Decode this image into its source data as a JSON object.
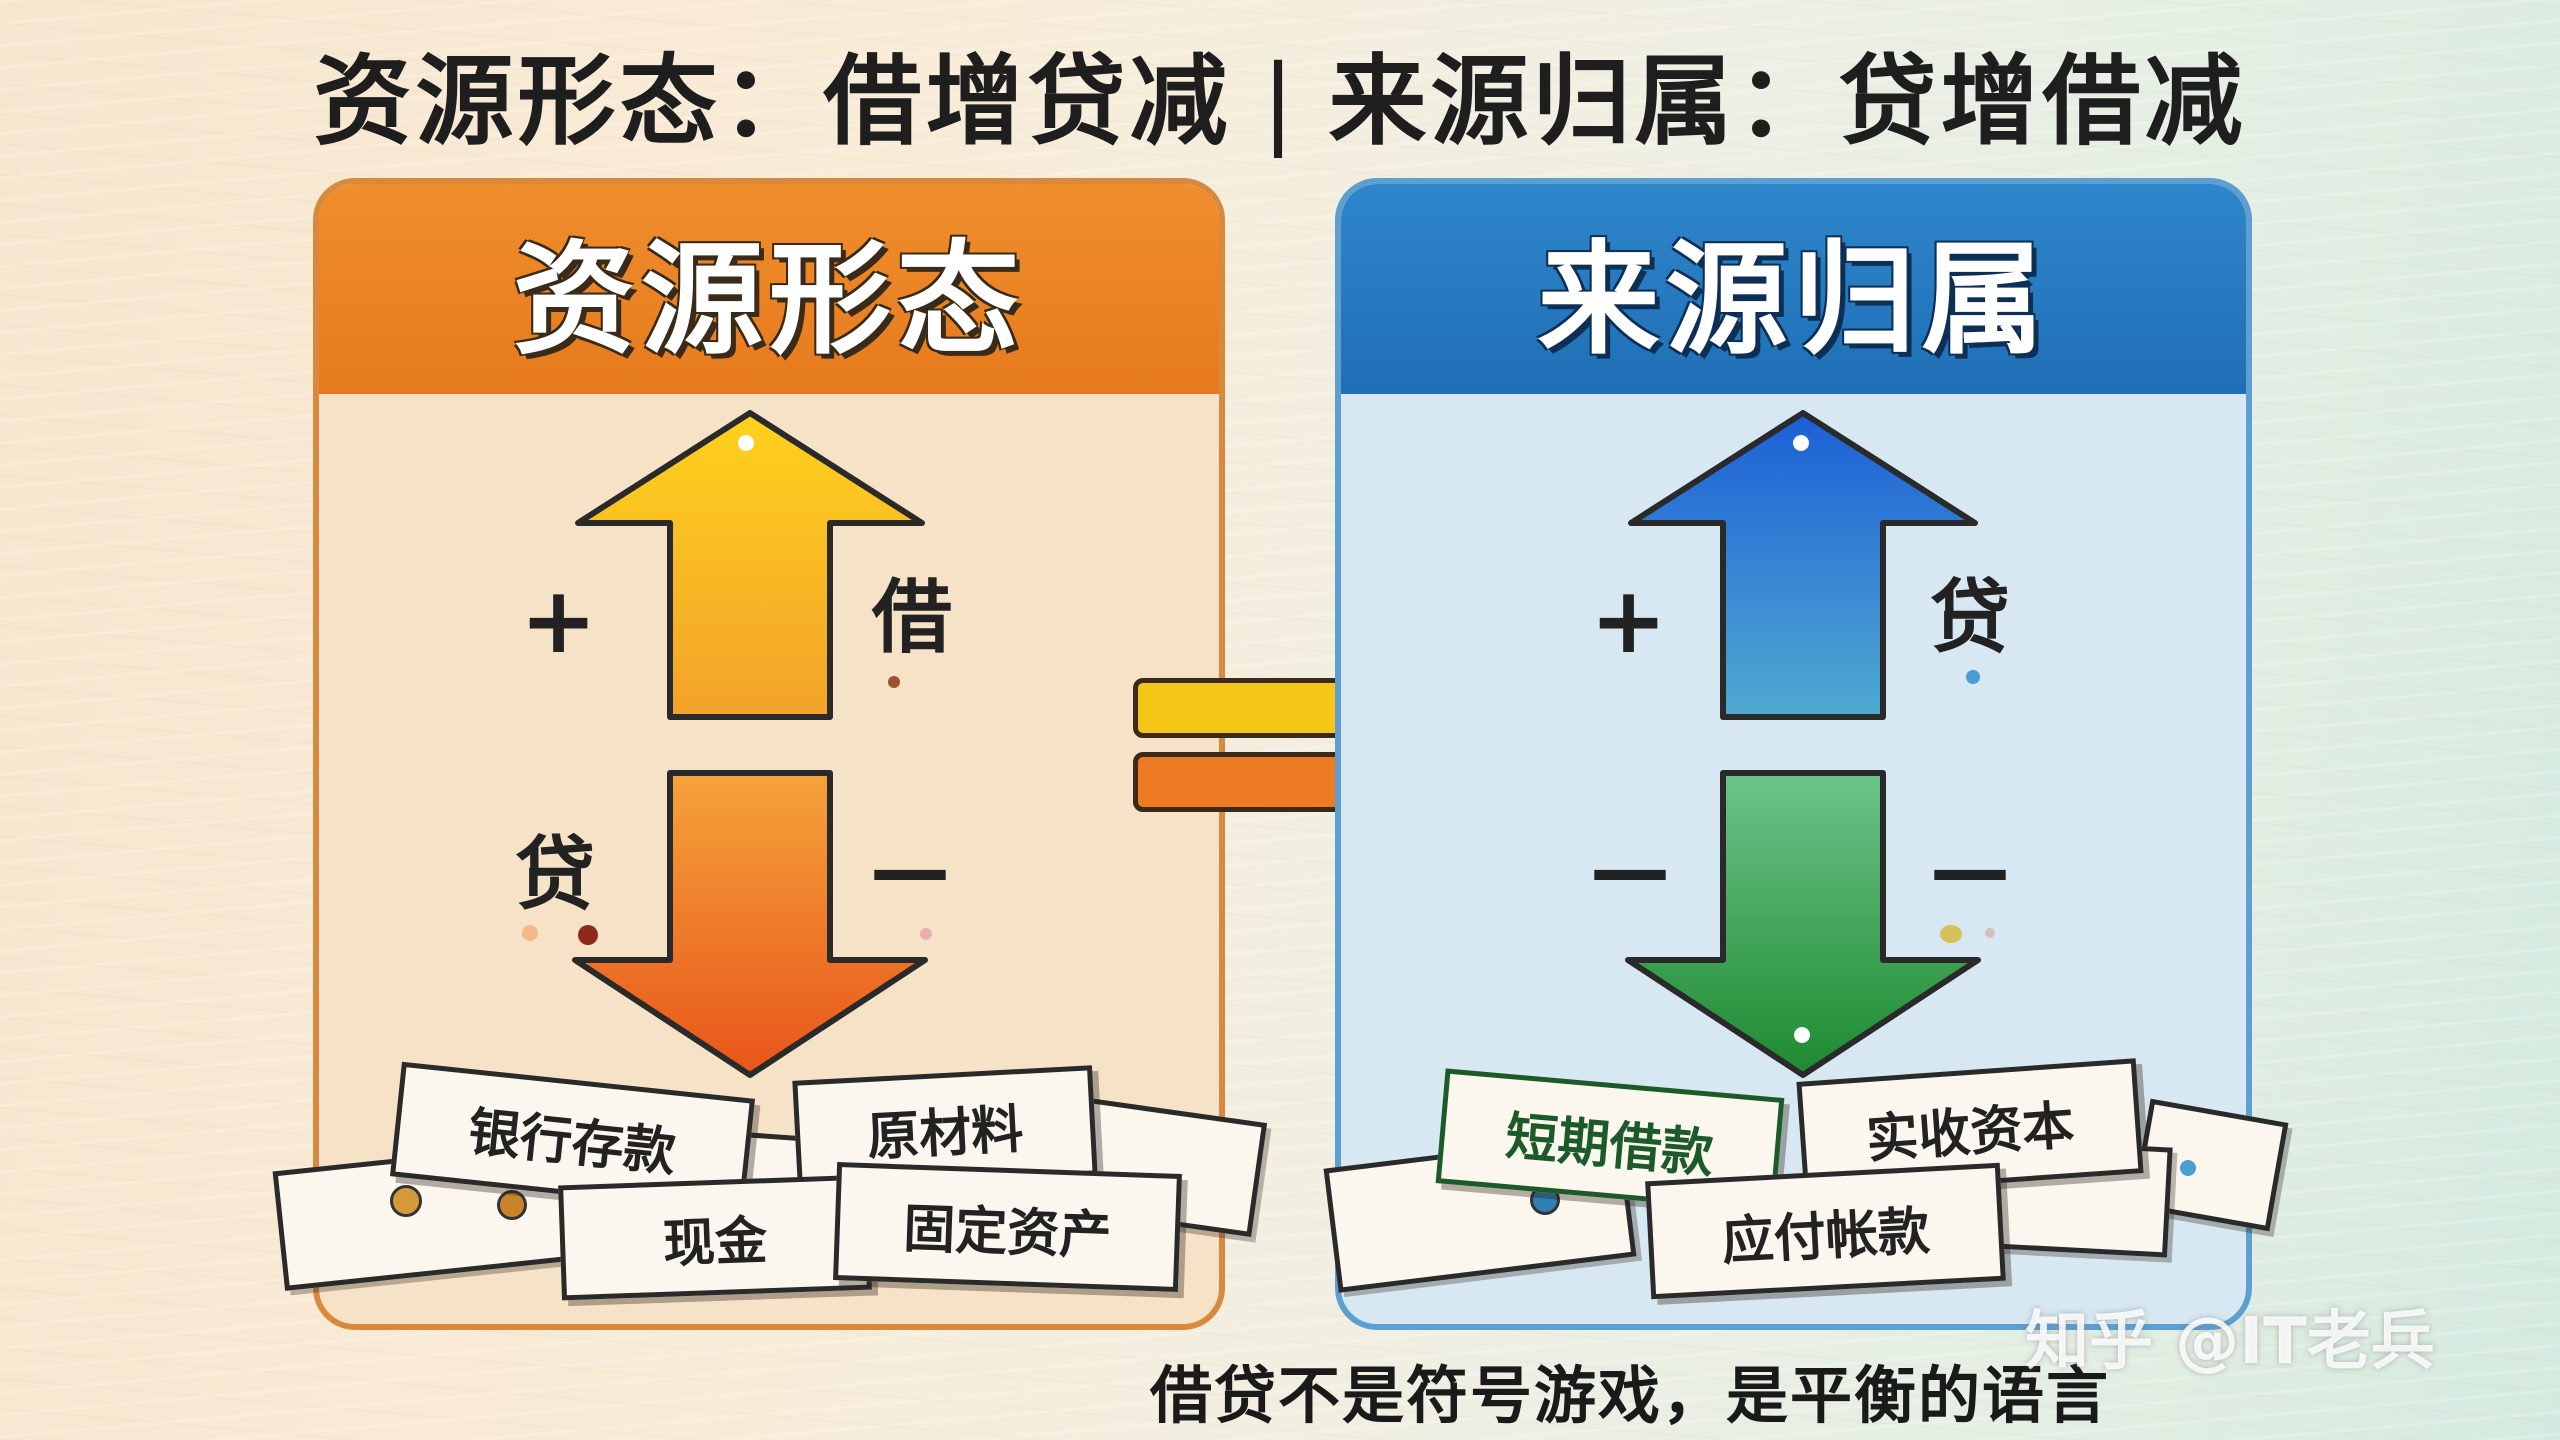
{
  "title": {
    "left": "资源形态：借增贷减",
    "separator": "|",
    "right": "来源归属：贷增借减"
  },
  "left_panel": {
    "header": "资源形态",
    "up_sign": "+",
    "up_label": "借",
    "down_label": "贷",
    "down_sign": "—",
    "cards": [
      "银行存款",
      "原材料",
      "现金",
      "固定资产"
    ]
  },
  "right_panel": {
    "header": "来源归属",
    "up_sign": "+",
    "up_label": "贷",
    "down_sign_left": "—",
    "down_sign_right": "—",
    "cards": [
      "短期借款",
      "实收资本",
      "应付帐款"
    ]
  },
  "footer": "借贷不是符号游戏，是平衡的语言",
  "watermark": "知乎 @IT老兵",
  "colors": {
    "left_accent": "#e67a1d",
    "right_accent": "#1f6fb5",
    "up_arrow_left": "#f2c21a",
    "down_arrow_left": "#ee6d1a",
    "up_arrow_right": "#1d6fd8",
    "down_arrow_right": "#2a9a3a",
    "equals_top": "#f5c518",
    "equals_bottom": "#ef7a24"
  }
}
